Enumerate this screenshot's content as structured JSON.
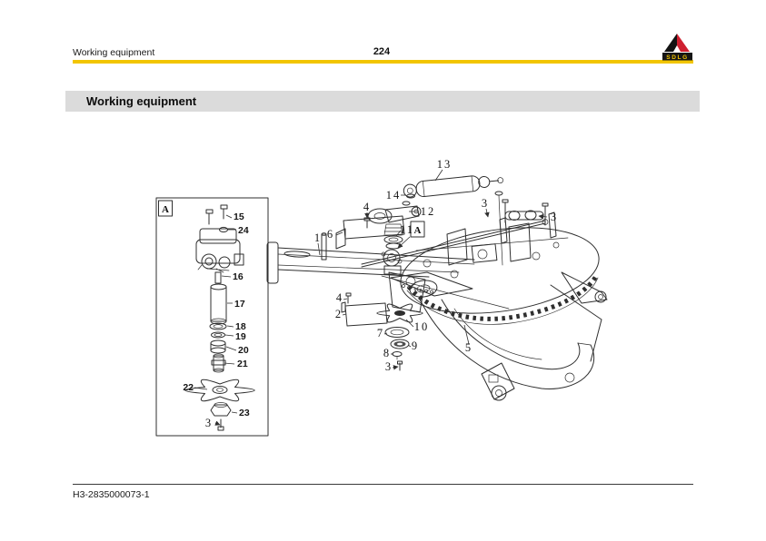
{
  "header": {
    "section": "Working equipment",
    "page_number": "224",
    "logo_text": "SDLG"
  },
  "title_bar": {
    "title": "Working equipment"
  },
  "diagram": {
    "detail_box_label": "A",
    "detail_ref_label": "A",
    "detail_callouts": [
      {
        "label": "15"
      },
      {
        "label": "24"
      },
      {
        "label": "16"
      },
      {
        "label": "17"
      },
      {
        "label": "18"
      },
      {
        "label": "19"
      },
      {
        "label": "20"
      },
      {
        "label": "21"
      },
      {
        "label": "22"
      },
      {
        "label": "23"
      },
      {
        "label": "3"
      }
    ],
    "main_callouts": [
      {
        "label": "13"
      },
      {
        "label": "14"
      },
      {
        "label": "4"
      },
      {
        "label": "12"
      },
      {
        "label": "6"
      },
      {
        "label": "1"
      },
      {
        "label": "11"
      },
      {
        "label": "3"
      },
      {
        "label": "3"
      },
      {
        "label": "4"
      },
      {
        "label": "2"
      },
      {
        "label": "10"
      },
      {
        "label": "7"
      },
      {
        "label": "9"
      },
      {
        "label": "8"
      },
      {
        "label": "3"
      },
      {
        "label": "5"
      }
    ],
    "colors": {
      "accent_yellow": "#F2C500",
      "logo_red": "#CF2030",
      "banner_gray": "#DBDBDB"
    }
  },
  "footer": {
    "doc_code": "H3-2835000073-1"
  }
}
